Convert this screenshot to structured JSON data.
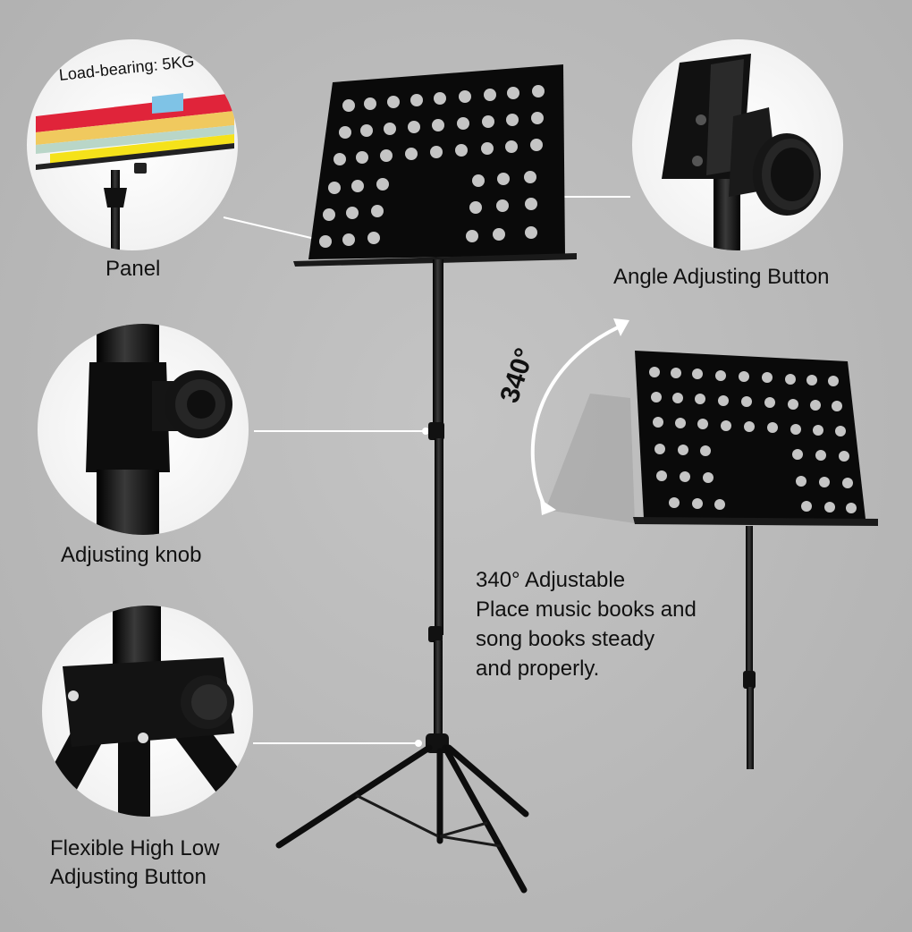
{
  "callouts": {
    "panel": "Panel",
    "load_bearing": "Load-bearing: 5KG",
    "angle_button": "Angle Adjusting Button",
    "knob": "Adjusting knob",
    "flexible_line1": "Flexible High Low",
    "flexible_line2": "Adjusting Button"
  },
  "rotation": {
    "degrees": "340°",
    "line1": "340° Adjustable",
    "line2": "Place music books and",
    "line3": "song books steady",
    "line4": "and properly."
  },
  "colors": {
    "background": "#b9b9b9",
    "stand": "#0e0e0e",
    "circle_bg": "#ffffff",
    "book_red": "#e0243a",
    "book_yellow": "#f5e21a",
    "book_blue": "#7fc3e6"
  }
}
